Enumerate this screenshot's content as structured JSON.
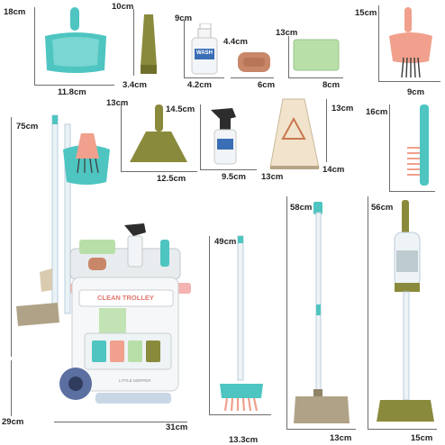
{
  "items": {
    "dustpan_large": {
      "height": "18cm",
      "width": "11.8cm"
    },
    "brush_head": {
      "height": "10cm",
      "width": "3.4cm"
    },
    "soap_bottle": {
      "height": "9cm",
      "width": "4.2cm",
      "label": "WASH"
    },
    "soap_bar": {
      "height": "4.4cm",
      "width": "6cm"
    },
    "sponge": {
      "height": "13cm",
      "width": "8cm"
    },
    "dustpan_small": {
      "height": "15cm",
      "width": "9cm"
    },
    "scraper": {
      "height": "13cm",
      "width": "12.5cm"
    },
    "spray_bottle": {
      "height": "14.5cm",
      "width": "9.5cm"
    },
    "wet_floor_sign": {
      "height": "13cm",
      "width": "14cm",
      "depth": "13cm"
    },
    "hand_brush": {
      "height": "16cm"
    },
    "trolley": {
      "height": "75cm",
      "depth": "29cm",
      "width": "31cm",
      "sign": "CLEAN TROLLEY",
      "brand": "LITTLE MOPPER"
    },
    "broom": {
      "height": "49cm",
      "width": "13.3cm"
    },
    "mop": {
      "height": "58cm",
      "width": "13cm"
    },
    "vacuum": {
      "height": "56cm",
      "width": "15cm"
    }
  },
  "colors": {
    "teal": "#4ec5c1",
    "salmon": "#f0a08c",
    "olive": "#8a8a3c",
    "cream": "#f2e4cc",
    "pink": "#f4b3b0",
    "green": "#b8dfa8",
    "grey": "#e8ecef"
  }
}
